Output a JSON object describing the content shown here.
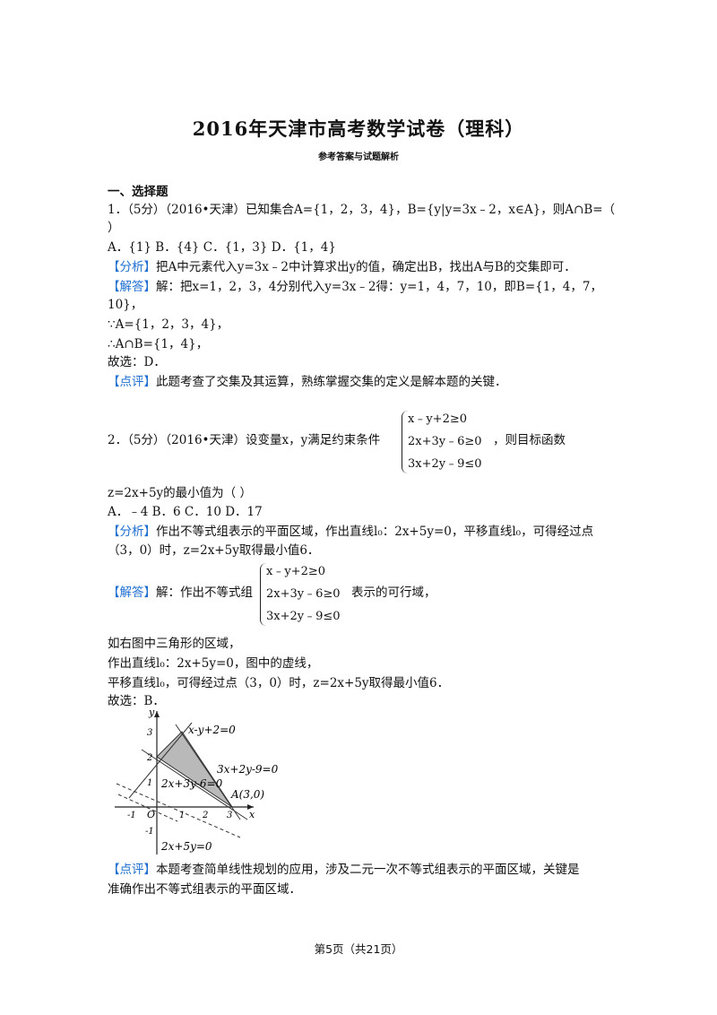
{
  "title": "2016年天津市高考数学试卷（理科）",
  "subtitle": "参考答案与试题解析",
  "section": "一、选择题",
  "q1": {
    "stem_line1": "1．（5分）（2016•天津）已知集合A={1，2，3，4}，B={y|y=3x﹣2，x∈A}，则A∩B=（",
    "stem_line2": "）",
    "options": "A．{1}  B．{4}  C．{1，3}    D．{1，4}",
    "analysis_tag": "【分析】",
    "analysis": "把A中元素代入y=3x﹣2中计算求出y的值，确定出B，找出A与B的交集即可．",
    "solution_tag": "【解答】",
    "solution_line1": "解：把x=1，2，3，4分别代入y=3x﹣2得：y=1，4，7，10，即B={1，4，7，",
    "solution_line2": "10}，",
    "solution_line3": "∵A={1，2，3，4}，",
    "solution_line4": "∴A∩B={1，4}，",
    "answer": "故选：D．",
    "comment_tag": "【点评】",
    "comment": "此题考查了交集及其运算，熟练掌握交集的定义是解本题的关键．"
  },
  "q2": {
    "stem_pre": "2．（5分）（2016•天津）设变量x，y满足约束条件",
    "constraints": [
      "x﹣y+2≥0",
      "2x+3y﹣6≥0",
      "3x+2y﹣9≤0"
    ],
    "stem_post": "，则目标函数",
    "stem_line2": "z=2x+5y的最小值为（     ）",
    "options": "A．﹣4  B．6    C．10   D．17",
    "analysis_tag": "【分析】",
    "analysis_line1": "作出不等式组表示的平面区域，作出直线l₀：2x+5y=0，平移直线l₀，可得经过点",
    "analysis_line2": "（3，0）时，z=2x+5y取得最小值6．",
    "solution_tag": "【解答】",
    "solution_pre": "解：作出不等式组",
    "solution_post": "表示的可行域，",
    "solution_line2": "如右图中三角形的区域，",
    "solution_line3": "作出直线l₀：2x+5y=0，图中的虚线，",
    "solution_line4": "平移直线l₀，可得经过点（3，0）时，z=2x+5y取得最小值6．",
    "answer": "故选：B．",
    "comment_tag": "【点评】",
    "comment_line1": "本题考查简单线性规划的应用，涉及二元一次不等式组表示的平面区域，关键是",
    "comment_line2": "准确作出不等式组表示的平面区域．"
  },
  "figure": {
    "labels": {
      "l1": "x-y+2=0",
      "l2": "3x+2y-9=0",
      "l3": "2x+3y-6=0",
      "l4": "2x+5y=0",
      "pointA": "A(3,0)",
      "axis_x": "x",
      "axis_y": "y",
      "origin": "O"
    },
    "ticks_x": [
      "-1",
      "1",
      "2",
      "3"
    ],
    "ticks_y": [
      "3",
      "2",
      "1",
      "-1"
    ]
  },
  "footer": "第5页（共21页）"
}
